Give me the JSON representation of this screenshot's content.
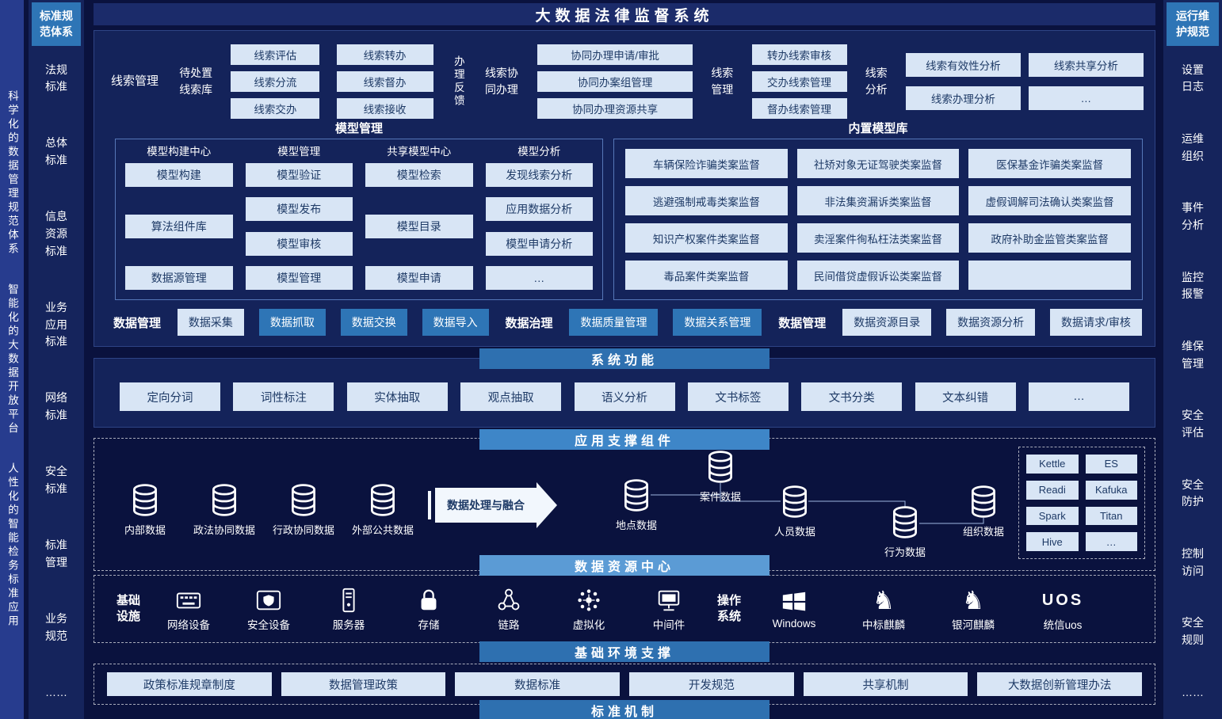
{
  "header": {
    "title": "大数据法律监督系统"
  },
  "colors": {
    "accent_blue": "#2e75b6",
    "light_box": "#d8e5f5",
    "panel": "#14235a",
    "background": "#0a123e"
  },
  "icons": {
    "kylin_glyph": "♞"
  },
  "left_strip": {
    "lines": [
      "科学化的数据管理规范体系",
      "智能化的大数据开放平台",
      "人性化的智能检务标准应用"
    ]
  },
  "left_sidebar": {
    "title": "标准规范体系",
    "items": [
      "法规标准",
      "总体标准",
      "信息资源标准",
      "业务应用标准",
      "网络标准",
      "安全标准",
      "标准管理",
      "业务规范",
      "……"
    ]
  },
  "right_sidebar": {
    "title": "运行维护规范",
    "items": [
      "设置日志",
      "运维组织",
      "事件分析",
      "监控报警",
      "维保管理",
      "安全评估",
      "安全防护",
      "控制访问",
      "安全规则",
      "……"
    ]
  },
  "clue_section": {
    "manage_label": "线索管理",
    "pending_label": "待处置线索库",
    "col_a": [
      "线索评估",
      "线索分流",
      "线索交办"
    ],
    "col_b": [
      "线索转办",
      "线索督办",
      "线索接收"
    ],
    "feedback_label": "办理反馈",
    "collab_label": "线索协同办理",
    "collab_boxes": [
      "协同办理申请/审批",
      "协同办案组管理",
      "协同办理资源共享"
    ],
    "manage2_label": "线索管理",
    "manage2_boxes": [
      "转办线索审核",
      "交办线索管理",
      "督办线索管理"
    ],
    "analysis_label": "线索分析",
    "analysis_boxes": [
      "线索有效性分析",
      "线索共享分析",
      "线索办理分析",
      "…"
    ]
  },
  "model_section": {
    "title": "模型管理",
    "columns": [
      {
        "header": "模型构建中心",
        "boxes": [
          "模型构建",
          "算法组件库",
          "数据源管理"
        ]
      },
      {
        "header": "模型管理",
        "boxes": [
          "模型验证",
          "模型发布",
          "模型审核",
          "模型管理"
        ]
      },
      {
        "header": "共享模型中心",
        "boxes": [
          "模型检索",
          "模型目录",
          "模型申请"
        ]
      },
      {
        "header": "模型分析",
        "boxes": [
          "发现线索分析",
          "应用数据分析",
          "模型申请分析",
          "…"
        ]
      }
    ]
  },
  "model_library": {
    "title": "内置模型库",
    "boxes": [
      "车辆保险诈骗类案监督",
      "社矫对象无证驾驶类案监督",
      "医保基金诈骗类案监督",
      "逃避强制戒毒类案监督",
      "非法集资漏诉类案监督",
      "虚假调解司法确认类案监督",
      "知识产权案件类案监督",
      "卖淫案件徇私枉法类案监督",
      "政府补助金监管类案监督",
      "毒品案件类案监督",
      "民间借贷虚假诉讼类案监督",
      ""
    ]
  },
  "data_row": {
    "items": [
      {
        "text": "数据管理",
        "type": "label"
      },
      {
        "text": "数据采集",
        "type": "light"
      },
      {
        "text": "数据抓取",
        "type": "blue"
      },
      {
        "text": "数据交换",
        "type": "blue"
      },
      {
        "text": "数据导入",
        "type": "blue"
      },
      {
        "text": "数据治理",
        "type": "label"
      },
      {
        "text": "数据质量管理",
        "type": "blue"
      },
      {
        "text": "数据关系管理",
        "type": "blue"
      },
      {
        "text": "数据管理",
        "type": "label"
      },
      {
        "text": "数据资源目录",
        "type": "light"
      },
      {
        "text": "数据资源分析",
        "type": "light"
      },
      {
        "text": "数据请求/审核",
        "type": "light"
      }
    ]
  },
  "system_functions": {
    "title": "系统功能",
    "boxes": [
      "定向分词",
      "词性标注",
      "实体抽取",
      "观点抽取",
      "语义分析",
      "文书标签",
      "文书分类",
      "文本纠错",
      "…"
    ]
  },
  "app_support": {
    "title": "应用支撑组件",
    "sources": [
      "内部数据",
      "政法协同数据",
      "行政协同数据",
      "外部公共数据"
    ],
    "arrow_label": "数据处理与融合",
    "results": [
      "地点数据",
      "案件数据",
      "人员数据",
      "行为数据",
      "组织数据"
    ],
    "tech": [
      "Kettle",
      "ES",
      "Readi",
      "Kafuka",
      "Spark",
      "Titan",
      "Hive",
      "…"
    ]
  },
  "data_center": {
    "title": "数据资源中心"
  },
  "infrastructure": {
    "label": "基础设施",
    "items": [
      "网络设备",
      "安全设备",
      "服务器",
      "存储",
      "链路",
      "虚拟化",
      "中间件"
    ],
    "os_label": "操作系统",
    "os_items": [
      "Windows",
      "中标麒麟",
      "银河麒麟",
      "统信uos"
    ],
    "uos_logo": "UOS"
  },
  "base_support": {
    "title": "基础环境支撑"
  },
  "policies": {
    "boxes": [
      "政策标准规章制度",
      "数据管理政策",
      "数据标准",
      "开发规范",
      "共享机制",
      "大数据创新管理办法"
    ]
  },
  "standard_mechanism": {
    "title": "标准机制"
  }
}
